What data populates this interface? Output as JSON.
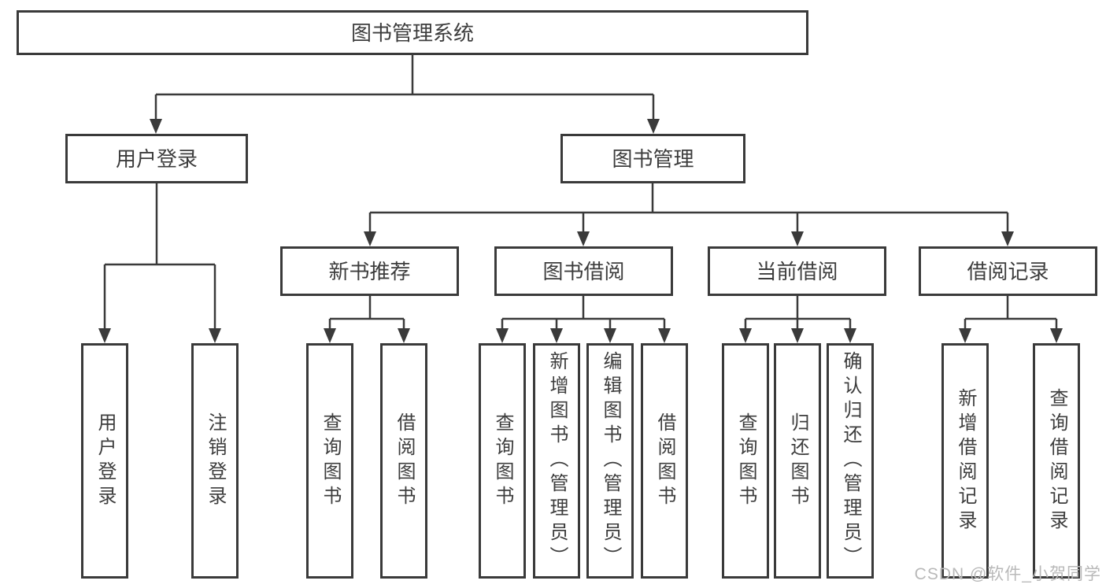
{
  "diagram": {
    "root": {
      "label": "图书管理系统"
    },
    "level2": [
      {
        "label": "用户登录"
      },
      {
        "label": "图书管理"
      }
    ],
    "level3": [
      {
        "label": "新书推荐"
      },
      {
        "label": "图书借阅"
      },
      {
        "label": "当前借阅"
      },
      {
        "label": "借阅记录"
      }
    ],
    "leaves": {
      "user_login": [
        "用户登录",
        "注销登录"
      ],
      "new_book_recommend": [
        "查询图书",
        "借阅图书"
      ],
      "book_borrow": [
        "查询图书",
        "新增图书（管理员）",
        "编辑图书（管理员）",
        "借阅图书"
      ],
      "current_borrow": [
        "查询图书",
        "归还图书",
        "确认归还（管理员）"
      ],
      "borrow_records": [
        "新增借阅记录",
        "查询借阅记录"
      ]
    }
  },
  "watermark": {
    "text": "CSDN @软件_小贺同学"
  },
  "colors": {
    "line": "#3a3a3a",
    "box_border": "#3a3a3a",
    "text": "#3d3d3d",
    "watermark": "#b9b9b9",
    "background": "#ffffff"
  }
}
